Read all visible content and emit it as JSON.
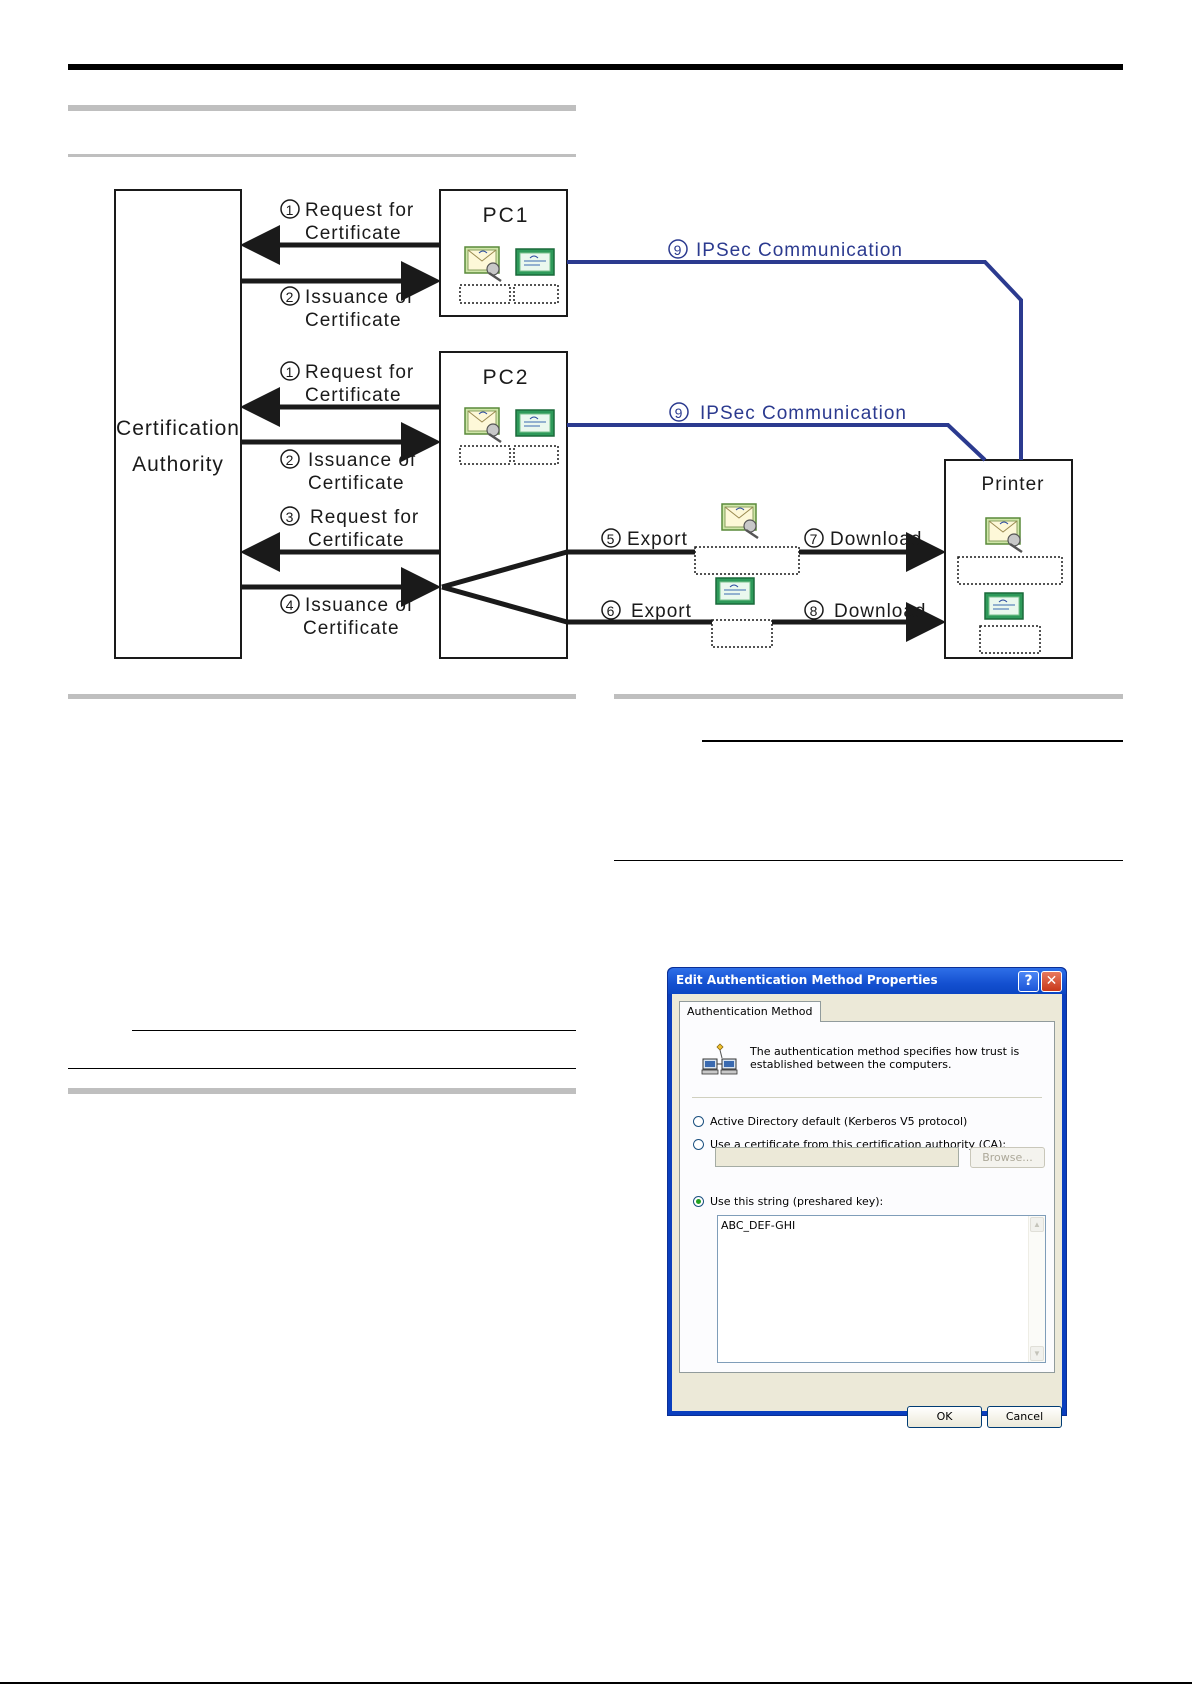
{
  "diagram": {
    "ca_label_line1": "Certification",
    "ca_label_line2": "Authority",
    "pc1_label": "PC1",
    "pc2_label": "PC2",
    "printer_label": "Printer",
    "step1_num": "1",
    "step1_line1": "Request for",
    "step1_line2": "Certificate",
    "step2_num": "2",
    "step2_line1": "Issuance of",
    "step2_line2": "Certificate",
    "step1b_line1": "Request for",
    "step1b_line2": "Certificate",
    "step2b_line1": "Issuance of",
    "step2b_line2": "Certificate",
    "step3_num": "3",
    "step3_line1": "Request for",
    "step3_line2": "Certificate",
    "step4_num": "4",
    "step4_line1": "Issuance of",
    "step4_line2": "Certificate",
    "step5_num": "5",
    "step5_label": "Export",
    "step6_num": "6",
    "step6_label": "Export",
    "step7_num": "7",
    "step7_label": "Download",
    "step8_num": "8",
    "step8_label": "Download",
    "step9_num": "9",
    "step9_label": "IPSec Communication",
    "ipsec_color": "#2b3a8f"
  },
  "dialog": {
    "title": "Edit Authentication Method Properties",
    "help_glyph": "?",
    "close_glyph": "✕",
    "tab_label": "Authentication Method",
    "description": "The authentication method specifies how trust is established between the computers.",
    "option1": "Active Directory default (Kerberos V5 protocol)",
    "option2": "Use a certificate from this certification authority (CA):",
    "browse_label": "Browse...",
    "option3": "Use this string (preshared key):",
    "preshared_key": "ABC_DEF-GHI",
    "ok_label": "OK",
    "cancel_label": "Cancel",
    "selected_option": 3
  }
}
